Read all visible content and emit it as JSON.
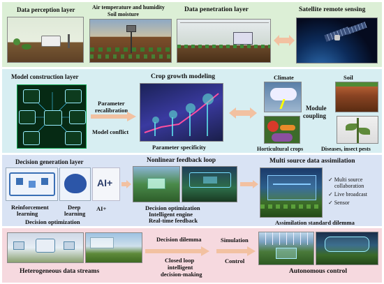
{
  "row1": {
    "perception": "Data perception layer",
    "air_line1": "Air temperature and humidity",
    "air_line2": "Soil moisture",
    "penetration": "Data penetration layer",
    "satellite": "Satellite remote sensing"
  },
  "row2": {
    "model": "Model construction layer",
    "crop_growth": "Crop growth modeling",
    "param_recal_1": "Parameter",
    "param_recal_2": "recalibration",
    "model_conflict": "Model conflict",
    "param_spec": "Parameter specificity",
    "climate": "Climate",
    "soil": "Soil",
    "module_1": "Module",
    "module_2": "coupling",
    "hort": "Horticultural crops",
    "disease": "Diseases, insect pests"
  },
  "row3": {
    "decision": "Decision generation layer",
    "nonlinear": "Nonlinear feedback loop",
    "multi_source": "Multi source data assimilation",
    "rl_1": "Reinforcement",
    "rl_2": "learning",
    "dl_1": "Deep",
    "dl_2": "learning",
    "ai_plus": "AI+",
    "ai_badge": "AI+",
    "decision_opt": "Decision optimization",
    "nf_1": "Decision optimization",
    "nf_2": "Intelligent engine",
    "nf_3": "Real-time feedback",
    "check_1": "Multi source",
    "check_1b": "collaboration",
    "check_2": "Live broadcast",
    "check_3": "Sensor",
    "assimilation": "Assimilation standard dilemma"
  },
  "row4": {
    "streams": "Heterogeneous data streams",
    "dilemma": "Decision dilemma",
    "closed_1": "Closed loop",
    "closed_2": "intelligent",
    "closed_3": "decision-making",
    "simulation": "Simulation",
    "control": "Control",
    "autonomous": "Autonomous control"
  },
  "colors": {
    "arrow": "#f2c1a1",
    "band1": "#dcefd6",
    "band2": "#d7eef2",
    "band3": "#d9e3f4",
    "band4": "#f6d9df"
  }
}
